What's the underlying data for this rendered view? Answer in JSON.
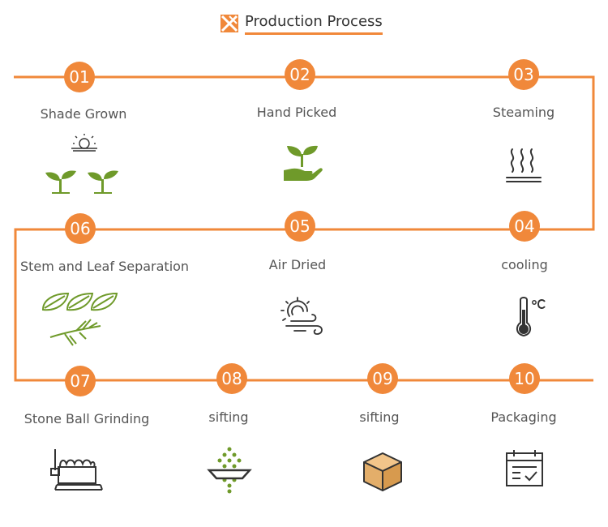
{
  "header": {
    "title": "Production Process",
    "logo_icon": "orange-x-logo-icon"
  },
  "colors": {
    "accent": "#F0883A",
    "text": "#555555",
    "icon_green": "#6F9A2A",
    "icon_dark": "#333333",
    "box_tan": "#E3AE6A"
  },
  "steps": [
    {
      "number": "01",
      "label": "Shade Grown",
      "icon": "sun-and-seedlings-icon"
    },
    {
      "number": "02",
      "label": "Hand Picked",
      "icon": "hand-holding-sprout-icon"
    },
    {
      "number": "03",
      "label": "Steaming",
      "icon": "steam-icon"
    },
    {
      "number": "04",
      "label": "cooling",
      "icon": "thermometer-celsius-icon"
    },
    {
      "number": "05",
      "label": "Air Dried",
      "icon": "sun-and-wind-icon"
    },
    {
      "number": "06",
      "label": "Stem and Leaf Separation",
      "icon": "leaves-and-stem-icon"
    },
    {
      "number": "07",
      "label": "Stone Ball Grinding",
      "icon": "grinding-machine-icon"
    },
    {
      "number": "08",
      "label": "sifting",
      "icon": "sieve-bowl-icon"
    },
    {
      "number": "09",
      "label": "sifting",
      "icon": "box-icon"
    },
    {
      "number": "10",
      "label": "Packaging",
      "icon": "checklist-calendar-icon"
    }
  ]
}
